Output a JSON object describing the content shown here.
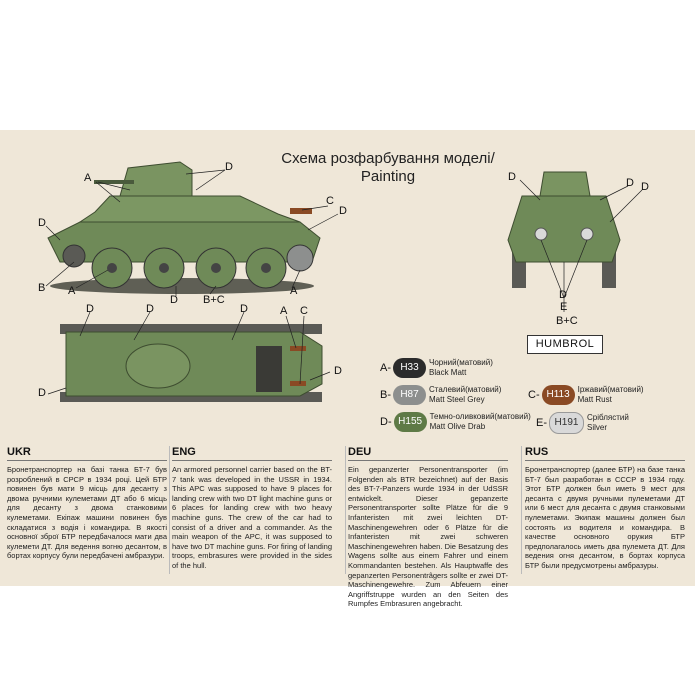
{
  "title": {
    "line1": "Схема розфарбування моделі/",
    "line2": "Painting"
  },
  "labels": {
    "A": "A",
    "B": "B",
    "C": "C",
    "D": "D",
    "E": "E",
    "BC": "B+C"
  },
  "humbrol": "HUMBROL",
  "paints": [
    {
      "key": "A-",
      "code": "H33",
      "name_ua": "Чорний(матовий)",
      "name_en": "Black Matt",
      "color": "#2b2b2b",
      "text_color": "#ffffff"
    },
    {
      "key": "B-",
      "code": "H87",
      "name_ua": "Сталевий(матовий)",
      "name_en": "Matt Steel Grey",
      "color": "#8d8f8e",
      "text_color": "#ffffff"
    },
    {
      "key": "C-",
      "code": "H113",
      "name_ua": "Іржавий(матовий)",
      "name_en": "Matt Rust",
      "color": "#8a4a24",
      "text_color": "#ffffff"
    },
    {
      "key": "D-",
      "code": "H155",
      "name_ua": "Темно-оливковий(матовий)",
      "name_en": "Matt Olive Drab",
      "color": "#5e7a46",
      "text_color": "#ffffff"
    },
    {
      "key": "E-",
      "code": "H191",
      "name_ua": "Сріблястий",
      "name_en": "Silver",
      "color": "#d9d9d9",
      "text_color": "#333333"
    }
  ],
  "sections": [
    {
      "lang": "UKR",
      "text": "Бронетранспортер на базі танка БТ-7 був розроблений в СРСР в 1934 році. Цей БТР повинен був мати 9 місць для десанту з двома ручними кулеметами ДТ або 6 місць для десанту з двома станковими кулеметами. Екіпаж машини повинен був складатися з водія і командира. В якості основної зброї БТР передбачалося мати два кулемети ДТ. Для ведення вогню десантом, в бортах корпусу були передбачені амбразури."
    },
    {
      "lang": "ENG",
      "text": "An armored personnel carrier based on the BT-7 tank was developed in the USSR in 1934. This APC was supposed to have 9 places for landing crew with two DT light machine guns or 6 places for landing crew with two heavy machine guns. The crew of the car had to consist of a driver and a commander. As the main weapon of the APC, it was supposed to have two DT machine guns. For firing of landing troops, embrasures were provided in the sides of the hull."
    },
    {
      "lang": "DEU",
      "text": "Ein gepanzerter Personentransporter (im Folgenden als BTR bezeichnet) auf der Basis des BT-7-Panzers wurde 1934 in der UdSSR entwickelt. Dieser gepanzerte Personentransporter sollte Plätze für die 9 Infanteristen mit zwei leichten DT-Maschinengewehren oder 6 Plätze für die Infanteristen mit zwei schweren Maschinengewehren haben. Die Besatzung des Wagens sollte aus einem Fahrer und einem Kommandanten bestehen. Als Hauptwaffe des gepanzerten Personentrâgers sollte er zwei DT-Maschinengewehre. Zum Abfeuern einer Angriffstruppe wurden an den Seiten des Rumpfes Embrasuren angebracht."
    },
    {
      "lang": "RUS",
      "text": "Бронетранспортер (далее БТР) на базе танка БТ-7 был разработан в СССР в 1934 году. Этот БТР должен был иметь 9 мест для десанта с двумя ручными пулеметами ДТ или 6 мест для десанта с двумя станковыми пулеметами. Экипаж машины должен был состоять из водителя и командира. В качестве основного оружия БТР предполагалось иметь два пулемета ДТ. Для ведения огня десантом, в бортах корпуса БТР были предусмотрены амбразуры."
    }
  ]
}
